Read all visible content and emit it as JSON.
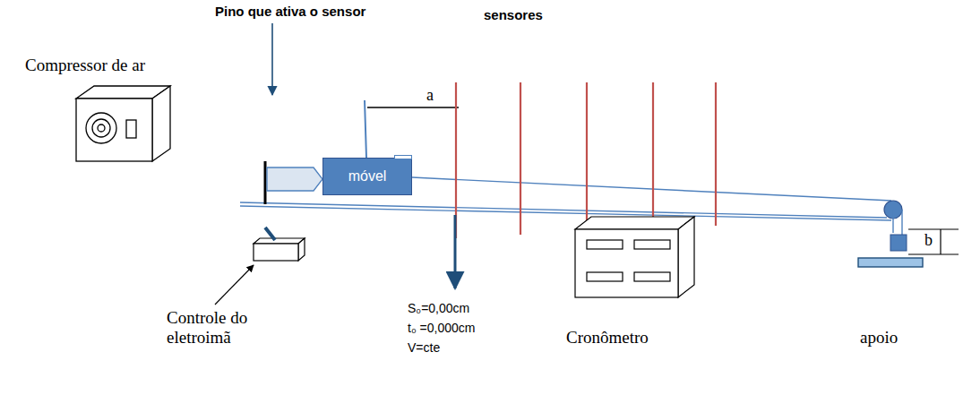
{
  "diagram": {
    "nodes": [
      {
        "text": [
          "móvel"
        ]
      }
    ],
    "labels": [
      "Pino que ativa o sensor",
      "sensores",
      "Compressor de ar",
      "a",
      "S₀=0,00cm",
      "t₀ =0,000cm",
      "V=cte",
      "Controle do eletroimã",
      "Cronômetro",
      "apoio",
      "b"
    ]
  }
}
